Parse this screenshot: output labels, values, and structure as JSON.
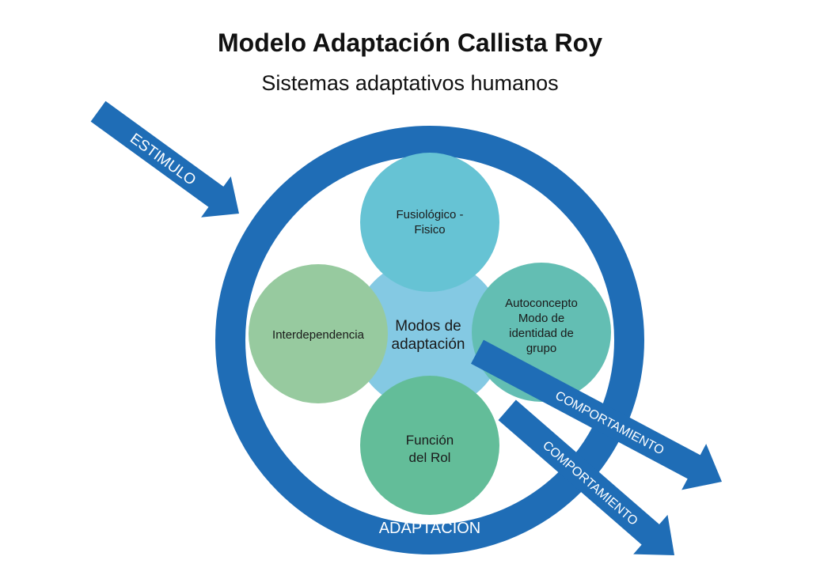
{
  "header": {
    "title": "Modelo Adaptación Callista Roy",
    "subtitle": "Sistemas adaptativos humanos"
  },
  "diagram": {
    "stimulus_label": "ESTIMULO",
    "outer_ring_label": "ADAPTACIÓN",
    "center_label_line1": "Modos de",
    "center_label_line2": "adaptación",
    "modes": {
      "top_line1": "Fusiológico -",
      "top_line2": "Fisico",
      "left": "Interdependencia",
      "right_line1": "Autoconcepto",
      "right_line2": "Modo de",
      "right_line3": "identidad de",
      "right_line4": "grupo",
      "bottom_line1": "Función",
      "bottom_line2": "del Rol"
    },
    "outputs": [
      "COMPORTAMIENTO",
      "COMPORTAMIENTO"
    ]
  },
  "colors": {
    "ring": "#1F6DB6",
    "center": "#84C9E3",
    "top_mode": "#66C3D4",
    "left_mode": "#97CA9F",
    "right_mode": "#63BEB3",
    "bottom_mode": "#63BD99",
    "ring_text": "#FFFFFF",
    "mode_text": "#1A1A1A"
  }
}
